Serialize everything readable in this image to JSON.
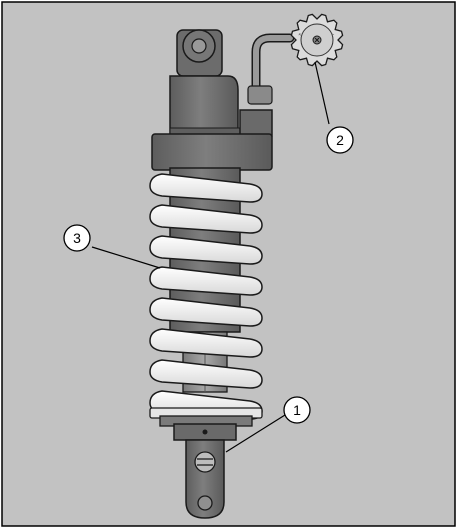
{
  "callouts": [
    {
      "id": "callout-1",
      "label": "1"
    },
    {
      "id": "callout-2",
      "label": "2"
    },
    {
      "id": "callout-3",
      "label": "3"
    }
  ],
  "colors": {
    "background": "#c2c2c2",
    "frame": "#000000",
    "body_dark": "#6f6f6f",
    "body_mid": "#8a8a8a",
    "body_light": "#b5b5b5",
    "spring": "#f2f2f2",
    "outline": "#1a1a1a"
  }
}
